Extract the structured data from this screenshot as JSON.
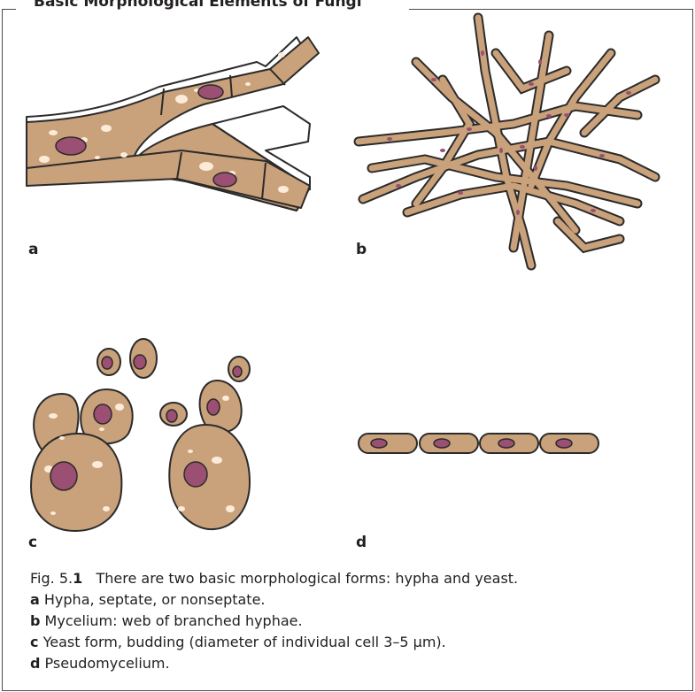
{
  "box_title": "Basic Morphological Elements of Fungi",
  "panels": {
    "a": {
      "label": "a"
    },
    "b": {
      "label": "b"
    },
    "c": {
      "label": "c"
    },
    "d": {
      "label": "d"
    }
  },
  "caption": {
    "fig_prefix": "Fig. 5.",
    "fig_number_bold": "1",
    "fig_text": "There are two basic morphological forms: hypha and yeast.",
    "items": [
      {
        "letter": "a",
        "text": "Hypha, septate, or nonseptate."
      },
      {
        "letter": "b",
        "text": "Mycelium: web of branched hyphae."
      },
      {
        "letter": "c",
        "text": "Yeast form, budding (diameter of individual cell 3–5 µm)."
      },
      {
        "letter": "d",
        "text": "Pseudomycelium."
      }
    ]
  },
  "colors": {
    "cell_fill": "#c9a17a",
    "nucleus": "#9b4f72",
    "vacuole": "#fcebd8",
    "outline": "#2b2b2b"
  }
}
